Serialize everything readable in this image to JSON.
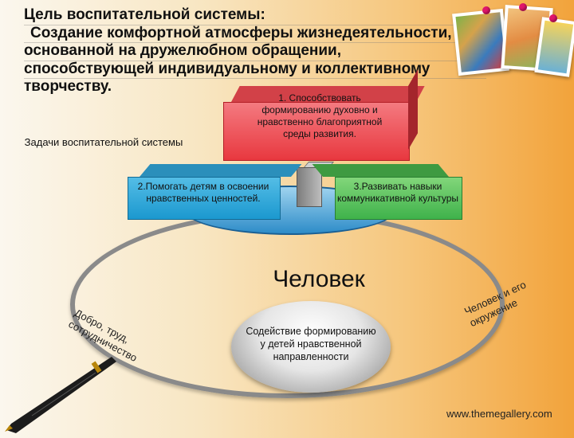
{
  "title": {
    "lines": [
      "Цель воспитательной системы:",
      "Создание комфортной атмосферы жизнедеятельности,",
      "основанной на дружелюбном обращении,",
      "способствующей индивидуальному и коллективному",
      "творчеству."
    ]
  },
  "tasks_label": "Задачи воспитательной системы",
  "tasks": [
    {
      "text": "1.   Способствовать формированию духовно и нравственно благоприятной среды развития.",
      "color": "#e8383f"
    },
    {
      "text": "2.Помогать детям в освоении нравственных ценностей.",
      "color": "#1b98cf"
    },
    {
      "text": "3.Развивать навыки коммуникативной культуры",
      "color": "#3fb24b"
    }
  ],
  "center_label": "Человек",
  "orb_text": "Содействие формированию у детей нравственной направленности",
  "arc_left_lines": [
    "Добро, труд,",
    "сотрудничество"
  ],
  "arc_right_lines": [
    "Человек и его",
    "окружение"
  ],
  "footer_url": "www.themegallery.com",
  "icons": {
    "photos": "photo-collage-icon",
    "pen": "pen-icon"
  }
}
